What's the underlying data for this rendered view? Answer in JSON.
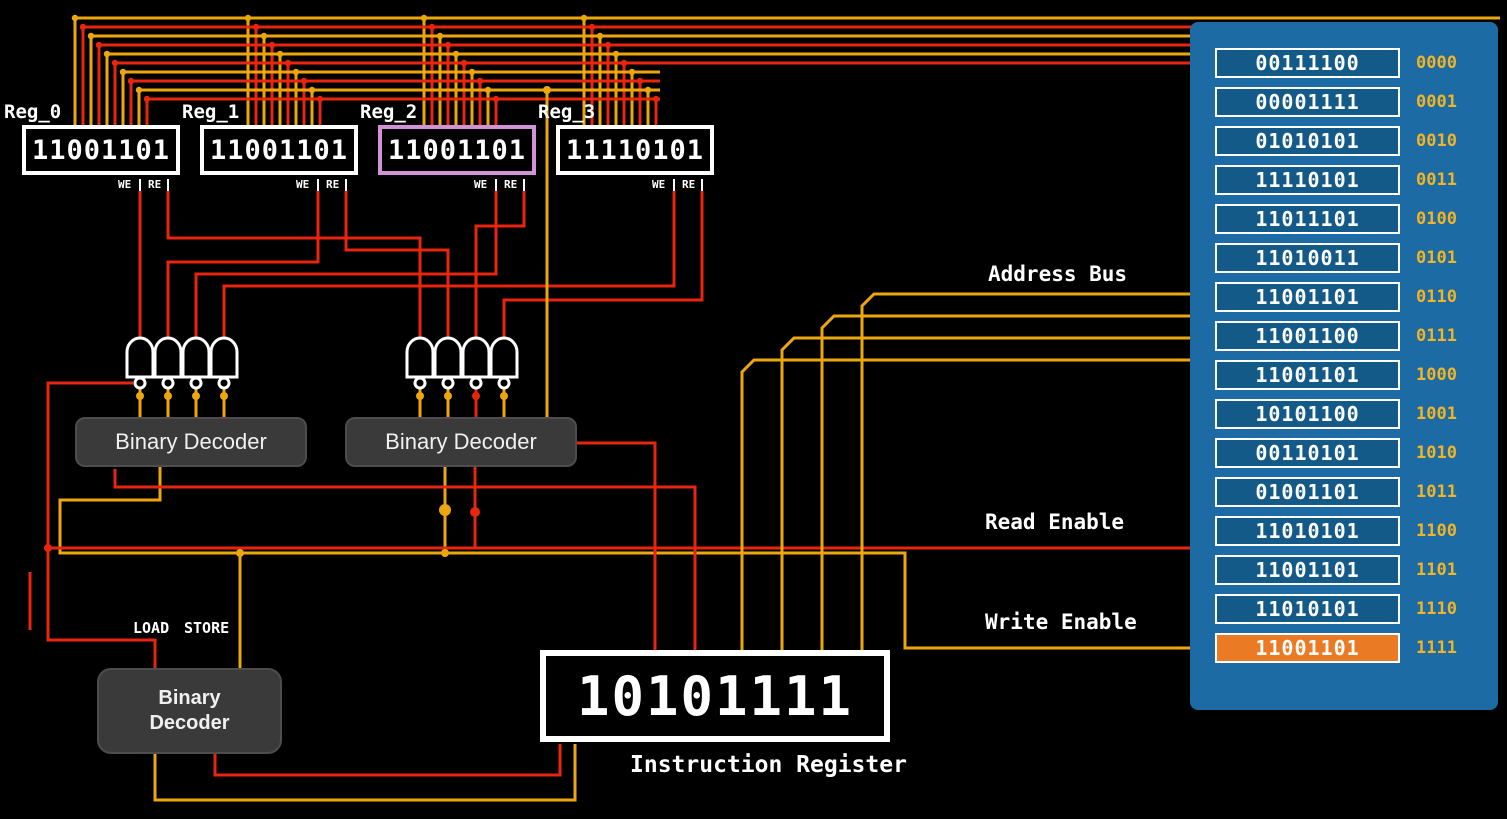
{
  "pin_labels": {
    "we": "WE",
    "re": "RE"
  },
  "registers": [
    {
      "name": "Reg_0",
      "value": "11001101",
      "highlighted": false
    },
    {
      "name": "Reg_1",
      "value": "11001101",
      "highlighted": false
    },
    {
      "name": "Reg_2",
      "value": "11001101",
      "highlighted": true
    },
    {
      "name": "Reg_3",
      "value": "11110101",
      "highlighted": false
    }
  ],
  "decoders": {
    "write_label": "Binary Decoder",
    "read_label": "Binary Decoder",
    "main_label": "Binary Decoder"
  },
  "load_store": {
    "load": "LOAD",
    "store": "STORE"
  },
  "instruction_register": {
    "value": "10101111",
    "label": "Instruction Register"
  },
  "bus_labels": {
    "address": "Address Bus",
    "read": "Read Enable",
    "write": "Write Enable"
  },
  "memory": {
    "rows": [
      {
        "value": "00111100",
        "address": "0000",
        "highlighted": false
      },
      {
        "value": "00001111",
        "address": "0001",
        "highlighted": false
      },
      {
        "value": "01010101",
        "address": "0010",
        "highlighted": false
      },
      {
        "value": "11110101",
        "address": "0011",
        "highlighted": false
      },
      {
        "value": "11011101",
        "address": "0100",
        "highlighted": false
      },
      {
        "value": "11010011",
        "address": "0101",
        "highlighted": false
      },
      {
        "value": "11001101",
        "address": "0110",
        "highlighted": false
      },
      {
        "value": "11001100",
        "address": "0111",
        "highlighted": false
      },
      {
        "value": "11001101",
        "address": "1000",
        "highlighted": false
      },
      {
        "value": "10101100",
        "address": "1001",
        "highlighted": false
      },
      {
        "value": "00110101",
        "address": "1010",
        "highlighted": false
      },
      {
        "value": "01001101",
        "address": "1011",
        "highlighted": false
      },
      {
        "value": "11010101",
        "address": "1100",
        "highlighted": false
      },
      {
        "value": "11001101",
        "address": "1101",
        "highlighted": false
      },
      {
        "value": "11010101",
        "address": "1110",
        "highlighted": false
      },
      {
        "value": "11001101",
        "address": "1111",
        "highlighted": true
      }
    ]
  },
  "colors": {
    "wire_red": "#e8250e",
    "wire_yellow": "#eda70e",
    "memory_panel_blue": "#1c6ba4",
    "memory_cell_blue": "#135a89",
    "address_yellow": "#f0b425",
    "highlight_orange": "#ea7a23",
    "register_highlight_pink": "#d292d8"
  }
}
